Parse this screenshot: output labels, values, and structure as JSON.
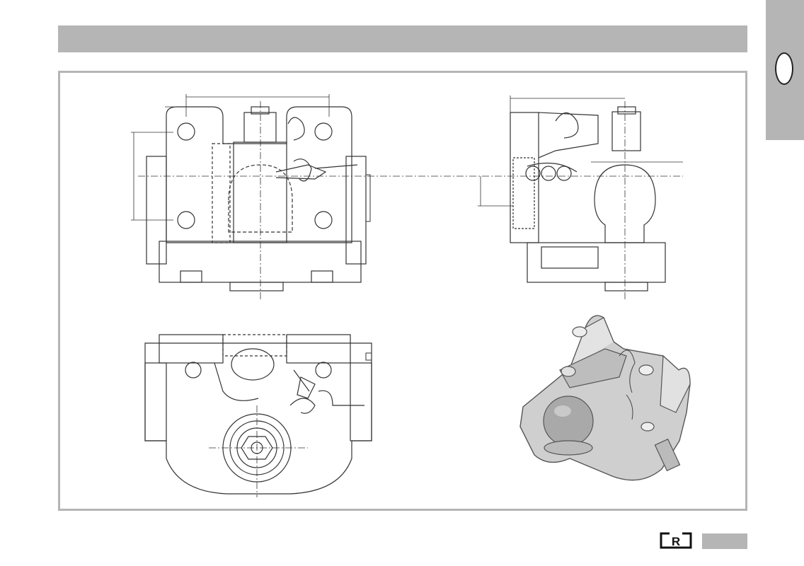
{
  "document": {
    "header_title": "",
    "side_tab_label": "",
    "page_number": "",
    "brand_logo_letter": "R"
  },
  "figure": {
    "views": [
      "front-view",
      "side-view",
      "top-view",
      "isometric-render"
    ]
  }
}
